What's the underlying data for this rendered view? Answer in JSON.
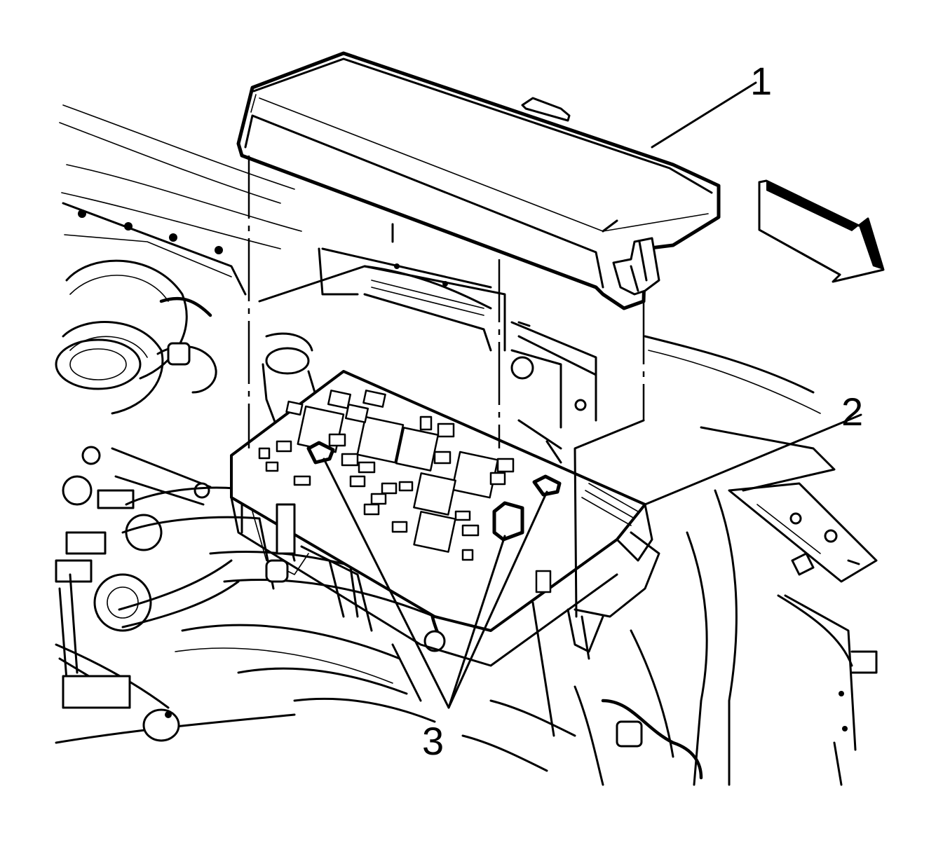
{
  "diagram": {
    "callouts": [
      {
        "id": "1",
        "label": "1",
        "meaning": "fuse-block-cover"
      },
      {
        "id": "2",
        "label": "2",
        "meaning": "fuse-block"
      },
      {
        "id": "3",
        "label": "3",
        "meaning": "fuse-block-relays"
      }
    ],
    "indicator_icon": "forward-direction-arrow-icon"
  }
}
